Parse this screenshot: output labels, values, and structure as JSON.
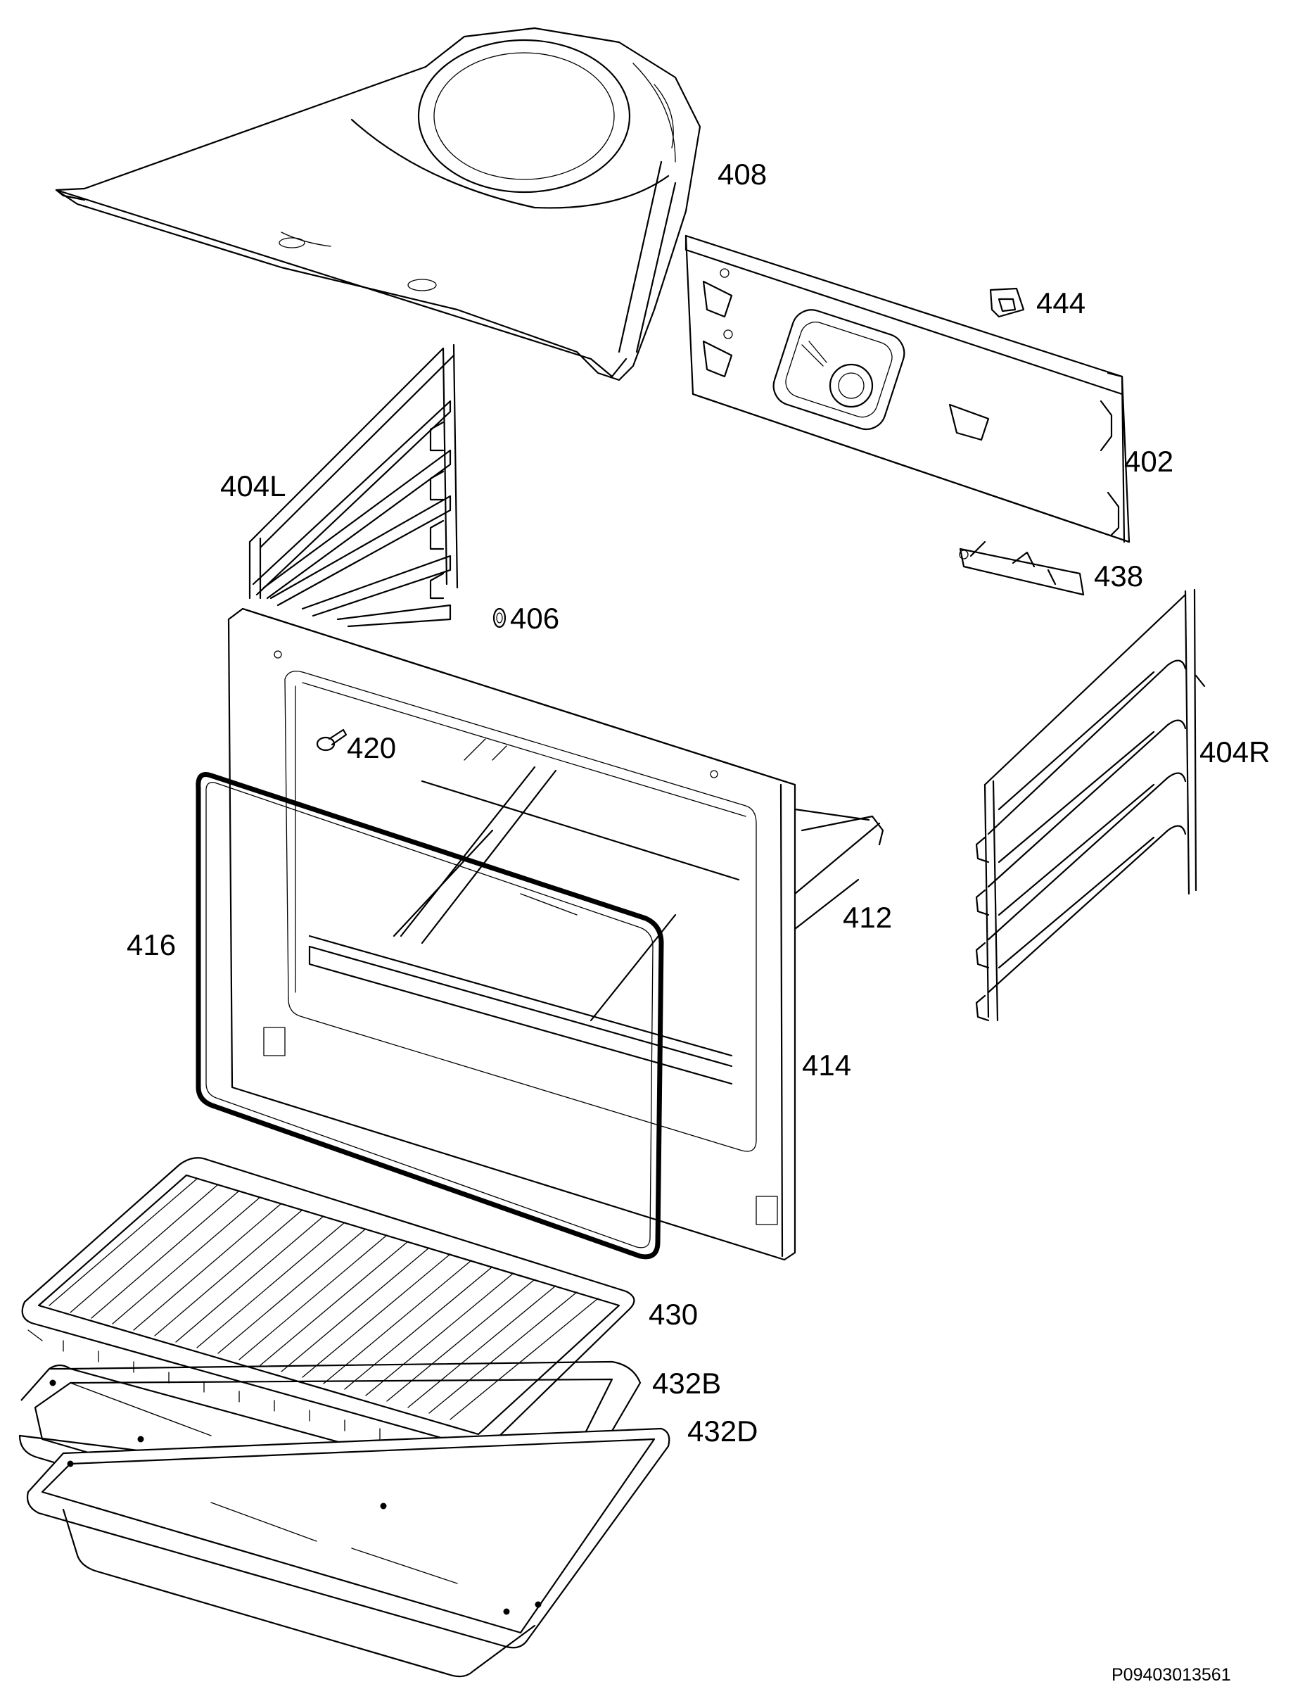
{
  "callouts": {
    "p408": "408",
    "p444": "444",
    "p402": "402",
    "p404L": "404L",
    "p438": "438",
    "p406": "406",
    "p420": "420",
    "p404R": "404R",
    "p412": "412",
    "p416": "416",
    "p414": "414",
    "p430": "430",
    "p432B": "432B",
    "p432D": "432D"
  },
  "drawing_number": "P09403013561"
}
